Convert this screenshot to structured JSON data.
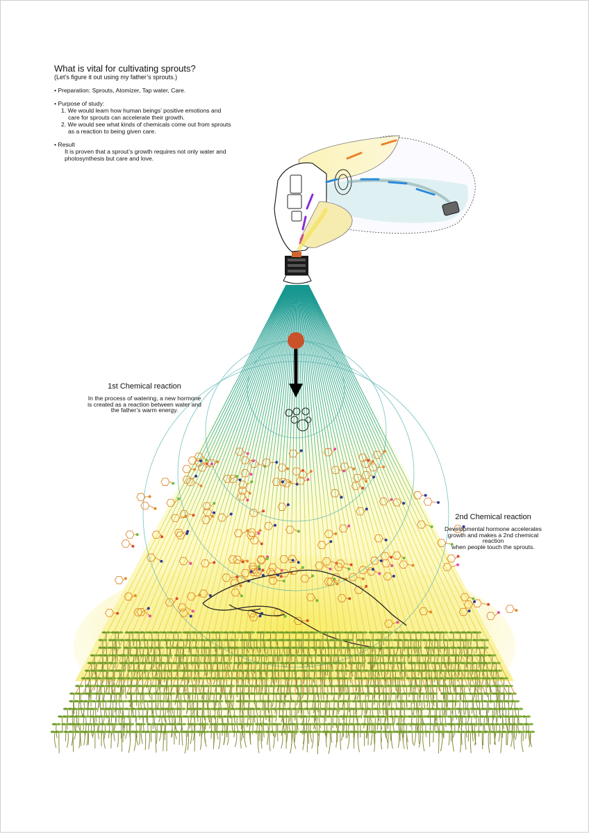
{
  "intro": {
    "title": "What is vital for cultivating sprouts?",
    "subtitle": "(Let’s figure it out using my father’s sprouts.)",
    "preparation": "• Preparation: Sprouts, Atomizer, Tap water, Care.",
    "purpose_heading": "• Purpose of study:",
    "purpose_1a": "1. We would learn how human beings’ positive emotions and",
    "purpose_1b": "care for sprouts can accelerate their growth.",
    "purpose_2a": "2. We would see what kinds of chemicals come out from sprouts",
    "purpose_2b": "as a reaction to being given care.",
    "result_heading": "• Result",
    "result_a": "It is proven that a sprout’s growth requires not only water and",
    "result_b": "photosynthesis but care and love."
  },
  "reaction1": {
    "title": "1st Chemical reaction",
    "line1": "In the process of watering, a new hormone",
    "line2": "is created as a reaction between water and",
    "line3": "the father’s warm energy."
  },
  "reaction2": {
    "title": "2nd Chemical reaction",
    "line1": "Developmental hormone accelerates",
    "line2": "growth and makes a 2nd chemical reaction",
    "line3": "when people touch the sprouts."
  },
  "colors": {
    "teal": "#1b9a9a",
    "yellow": "#f3e64a",
    "orange": "#e8622a",
    "sprout_green": "#7c9a2c",
    "drop_red": "#c44a24"
  }
}
